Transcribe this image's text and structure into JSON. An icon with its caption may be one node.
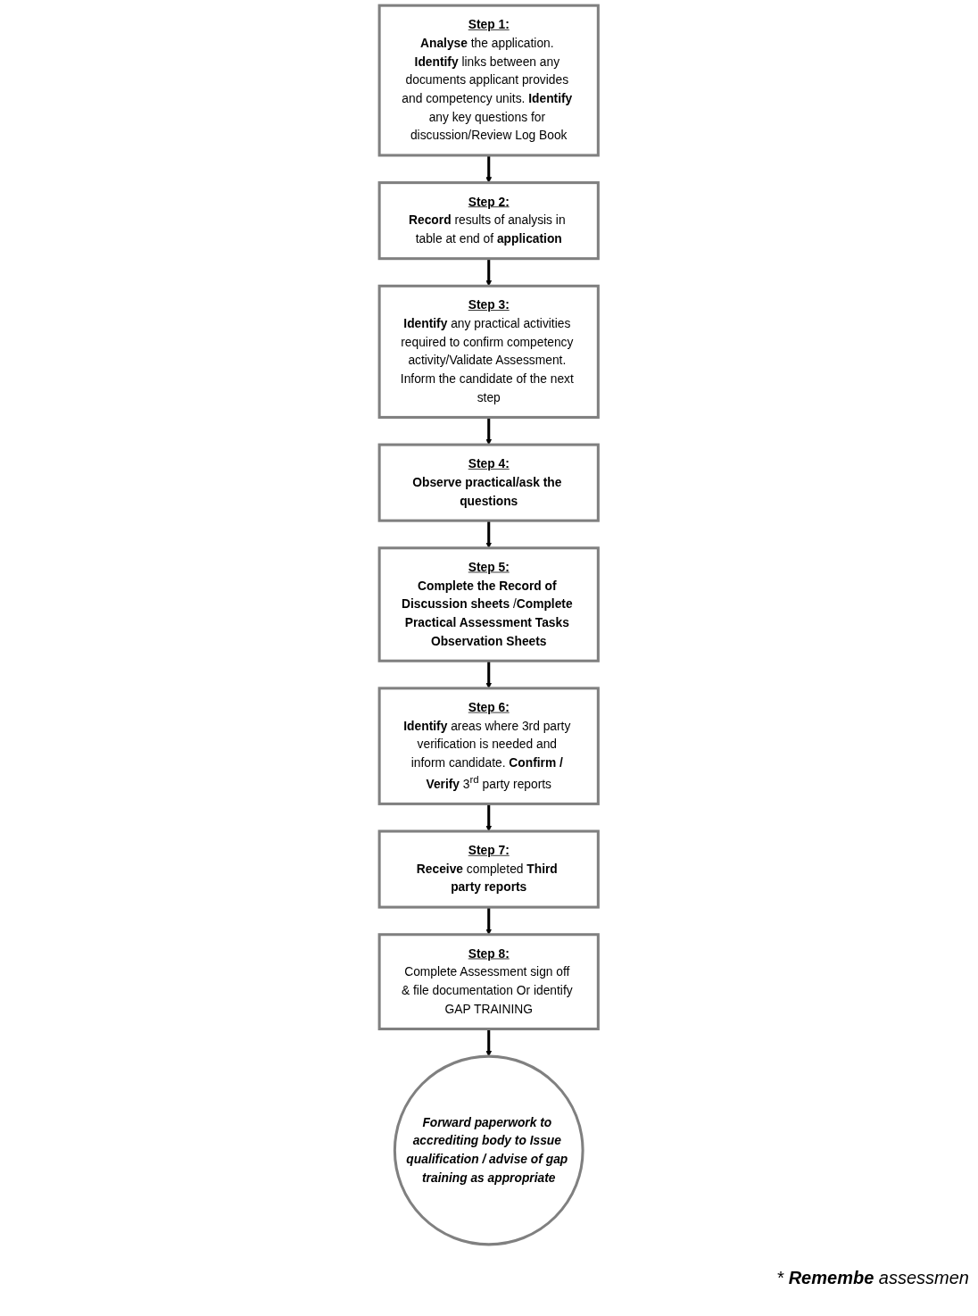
{
  "diagram": {
    "nodes": [
      {
        "text": [
          "Step 1:",
          "**Analyse** the application. **Identify** links between any documents applicant provides and competency units. **Identify** any key questions for discussion/Review Log Book"
        ]
      },
      {
        "text": [
          "Step 2:",
          "**Record** results of analysis in table at end of **application**"
        ]
      },
      {
        "text": [
          "Step 3:",
          "**Identify** any practical activities required to confirm competency activity/Validate Assessment. Inform the candidate of the next step"
        ]
      },
      {
        "text": [
          "Step 4:",
          "**Observe practical/ask the questions**"
        ]
      },
      {
        "text": [
          "Step 5:",
          "**Complete the Record of Discussion sheets** /**Complete Practical Assessment Tasks Observation Sheets**"
        ]
      },
      {
        "text": [
          "Step 6:",
          "**Identify** areas where 3rd party verification is needed and inform candidate. **Confirm / Verify** 3$^{rd}$ party reports"
        ]
      },
      {
        "text": [
          "Step 7:",
          "**Receive** completed **Third party reports**"
        ]
      },
      {
        "text": [
          "Step 8:",
          "Complete Assessment sign off & file documentation Or identify GAP TRAINING"
        ]
      },
      {
        "text": [
          "Forward paperwork to accrediting body to Issue qualification / advise of gap training as appropriate"
        ]
      }
    ],
    "edges": [
      {
        "from": 0,
        "to": 1,
        "arrow": "to"
      },
      {
        "from": 1,
        "to": 2,
        "arrow": "to"
      },
      {
        "from": 2,
        "to": 3,
        "arrow": "to"
      },
      {
        "from": 3,
        "to": 4,
        "arrow": "to"
      },
      {
        "from": 4,
        "to": 5,
        "arrow": "to"
      },
      {
        "from": 5,
        "to": 6,
        "arrow": "to"
      },
      {
        "from": 6,
        "to": 7,
        "arrow": "to"
      },
      {
        "from": 7,
        "to": 8,
        "arrow": "to"
      }
    ],
    "labels": [
      "* **Remembe** assessmen"
    ]
  }
}
